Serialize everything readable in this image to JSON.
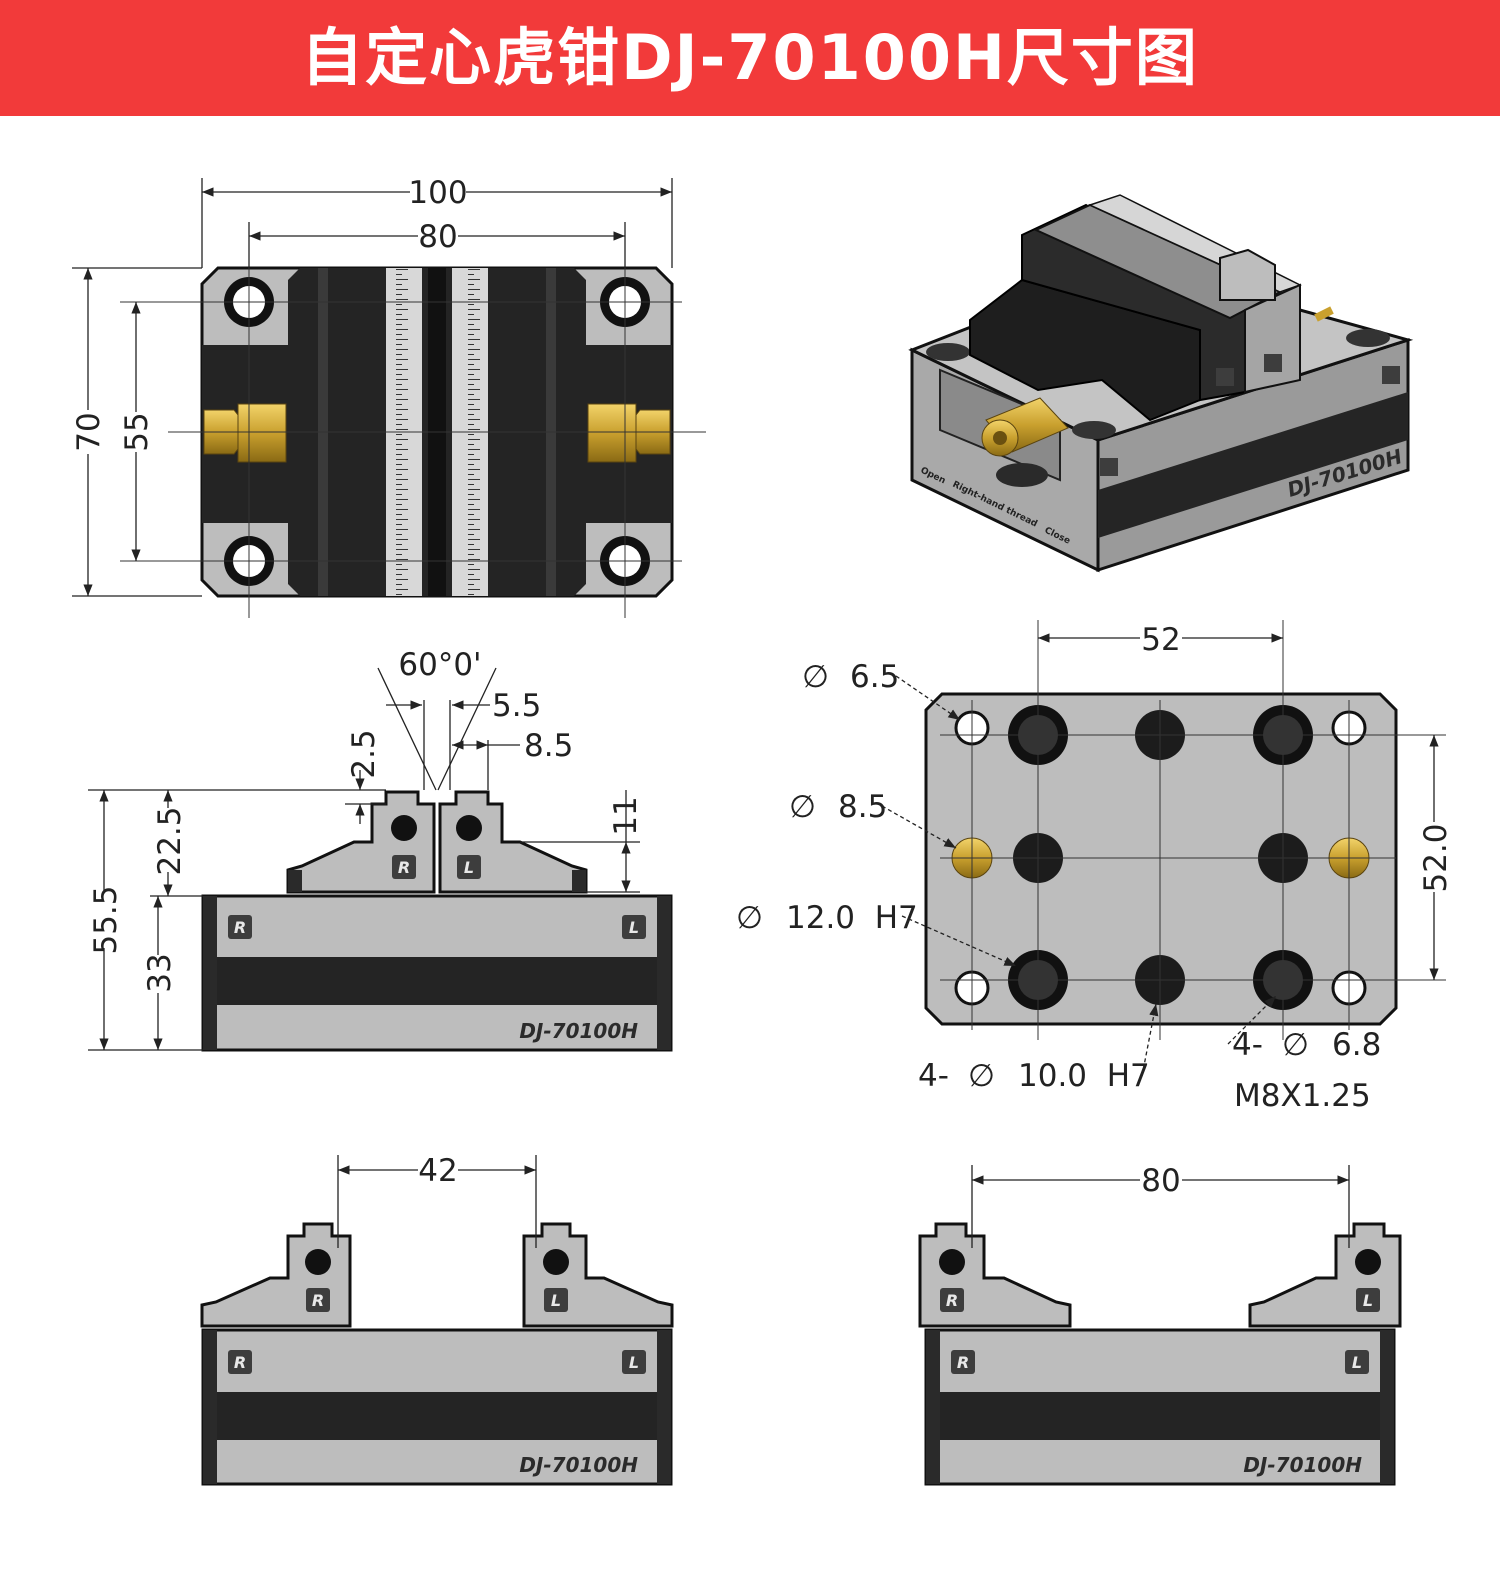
{
  "title": "自定心虎钳DJ-70100H尺寸图",
  "model": "DJ-70100H",
  "jaw_marks": {
    "right": "R",
    "left": "L"
  },
  "colors": {
    "banner": "#f23a3a",
    "body": "#bdbdbd",
    "dark": "#242424",
    "brass": "#c9a02e"
  },
  "top_view": {
    "width": "100",
    "hole_spacing_x": "80",
    "height": "70",
    "hole_spacing_y": "55"
  },
  "side_view": {
    "angle": "60°0'",
    "groove_width": "5.5",
    "jaw_offset": "8.5",
    "groove_depth": "2.5",
    "jaw_height": "22.5",
    "step_height": "11",
    "total_height": "55.5",
    "base_height": "33"
  },
  "bottom_view": {
    "spacing_x": "52",
    "spacing_y": "52.0",
    "hole_a_sym": "∅",
    "hole_a": "6.5",
    "hole_b_sym": "∅",
    "hole_b": "8.5",
    "hole_c_sym": "∅",
    "hole_c": "12.0  H7",
    "hole_d_prefix": "4-",
    "hole_d_sym": "∅",
    "hole_d": "10.0  H7",
    "hole_e_prefix": "4-",
    "hole_e_sym": "∅",
    "hole_e": "6.8",
    "thread": "M8X1.25"
  },
  "open_view_min": {
    "jaw_gap": "42"
  },
  "open_view_max": {
    "jaw_gap": "80"
  },
  "iso_labels": {
    "open": "Open",
    "close": "Close",
    "thread_note": "Right-hand thread"
  }
}
